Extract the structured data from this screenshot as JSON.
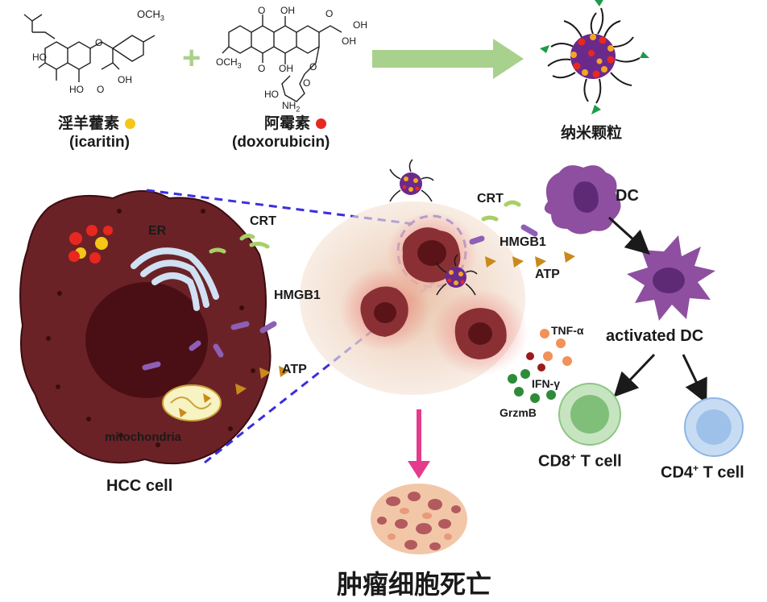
{
  "molecules": {
    "icaritin": {
      "name_cn": "淫羊藿素",
      "name_en": "(icaritin)",
      "dot_color": "#f5c518",
      "atoms": {
        "och3": "OCH",
        "och3_sub": "3",
        "ho_left": "HO",
        "oh_right": "OH",
        "ho_bottom": "HO",
        "o_bottom": "O",
        "o_ring": "O"
      }
    },
    "doxorubicin": {
      "name_cn": "阿霉素",
      "name_en": "(doxorubicin)",
      "dot_color": "#e8281f",
      "atoms": {
        "o_top": "O",
        "oh_top": "OH",
        "o_carbonyl": "O",
        "oh_chain": "OH",
        "oh_ring": "OH",
        "och3": "OCH",
        "och3_sub": "3",
        "o_bottom": "O",
        "oh_bottom": "OH",
        "o_glyco": "O",
        "o_sugar": "O",
        "ho_sugar": "HO",
        "nh2": "NH",
        "nh2_sub": "2"
      }
    },
    "plus": "+",
    "nanoparticle_label": "纳米颗粒"
  },
  "hcc_cell": {
    "label": "HCC cell",
    "er_label": "ER",
    "crt_label": "CRT",
    "hmgb1_label": "HMGB1",
    "atp_label": "ATP",
    "mito_label": "mitochondria"
  },
  "tumor_site": {
    "crt_label": "CRT",
    "hmgb1_label": "HMGB1",
    "atp_label": "ATP"
  },
  "immune": {
    "dc_label": "DC",
    "activated_dc_label": "activated DC",
    "tnf_label": "TNF-α",
    "ifn_label": "IFN-γ",
    "grzmb_label": "GrzmB",
    "cd8_label": "CD8",
    "cd8_sup": "+",
    "cd8_suffix": " T cell",
    "cd4_label": "CD4",
    "cd4_sup": "+",
    "cd4_suffix": " T cell"
  },
  "bottom_label": "肿瘤细胞死亡",
  "colors": {
    "cell_body": "#6b2226",
    "cell_nucleus": "#4a0f14",
    "dc_purple": "#8e4fa0",
    "arrow_green": "#a9d18e",
    "arrow_pink": "#e43b8c",
    "dashed_blue": "#3a2ee0",
    "cd8_green": "#a8d5a8",
    "cd4_blue": "#9ec1ea"
  }
}
